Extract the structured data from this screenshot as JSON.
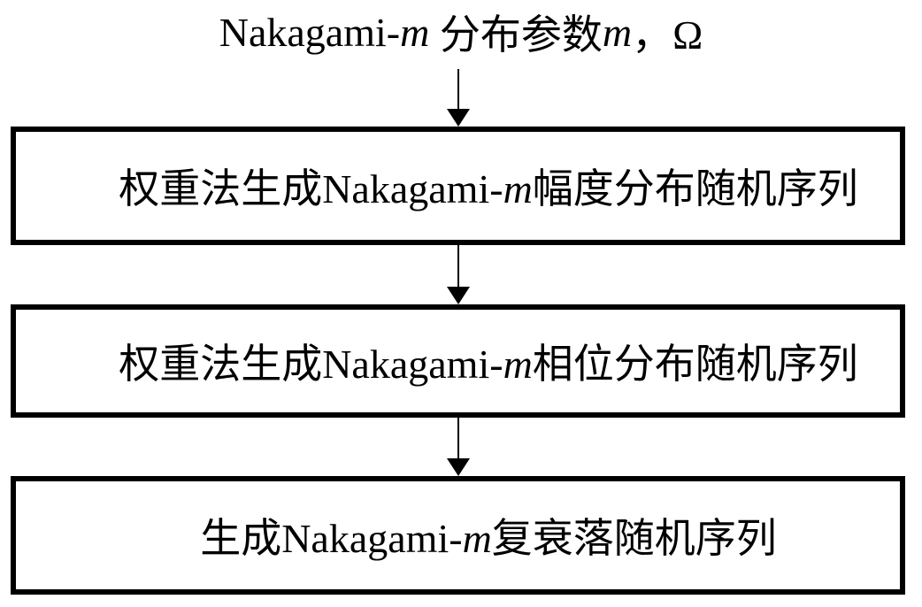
{
  "colors": {
    "line": "#000000",
    "background": "#ffffff"
  },
  "title": {
    "seg_latin": "Nakagami-",
    "seg_m1": "m",
    "seg_cjk": " 分布参数",
    "seg_m2": "m",
    "seg_tail": "，Ω"
  },
  "steps": [
    {
      "pre": "权重法生成",
      "latin": "Nakagami-",
      "m": "m",
      "post": "幅度分布随机序列"
    },
    {
      "pre": "权重法生成",
      "latin": "Nakagami-",
      "m": "m",
      "post": "相位分布随机序列"
    },
    {
      "pre": "生成",
      "latin": "Nakagami-",
      "m": "m",
      "post": "复衰落随机序列"
    }
  ],
  "arrows": [
    {
      "direction": "down"
    },
    {
      "direction": "down"
    },
    {
      "direction": "down"
    }
  ]
}
